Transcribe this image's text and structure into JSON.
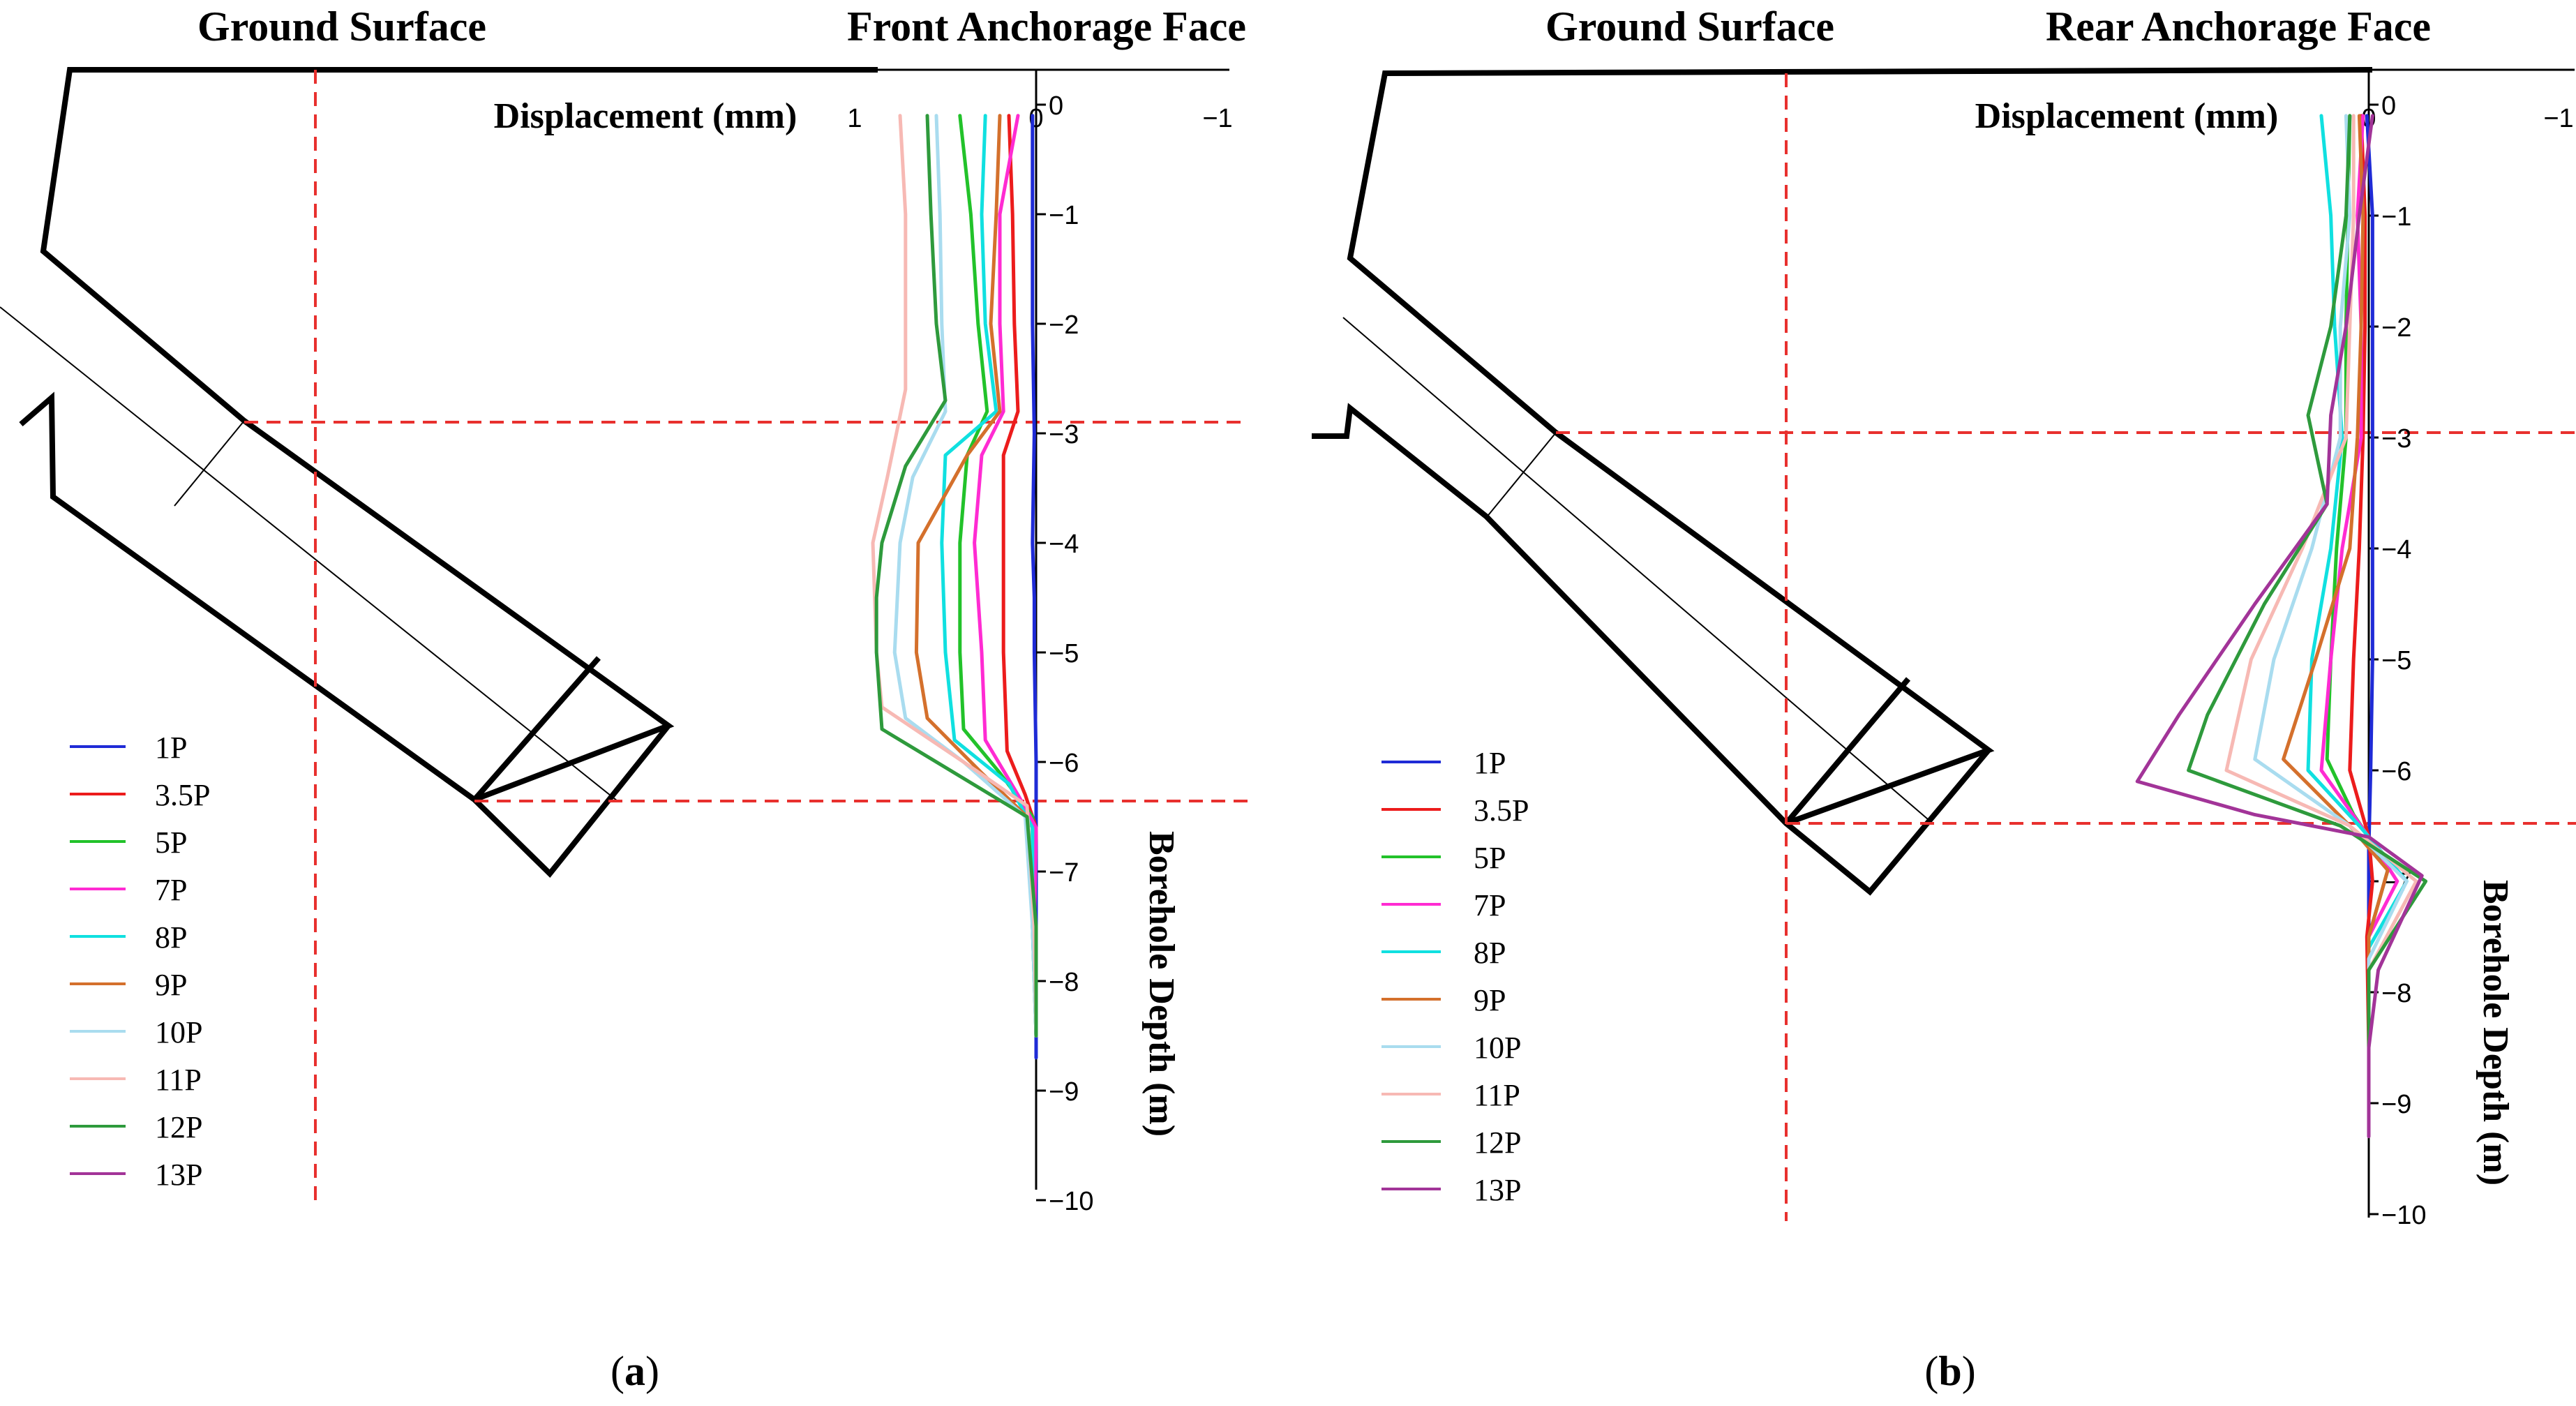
{
  "panels": [
    {
      "id": "a",
      "caption_open": "(",
      "caption_letter": "a",
      "caption_close": ")",
      "ground_label": "Ground Surface",
      "face_label": "Front Anchorage Face"
    },
    {
      "id": "b",
      "caption_open": "(",
      "caption_letter": "b",
      "caption_close": ")",
      "ground_label": "Ground Surface",
      "face_label": "Rear Anchorage Face"
    }
  ],
  "colors": {
    "axis": "#000000",
    "structure": "#000000",
    "guide": "#e8302e",
    "1P": "#1f2bd6",
    "3.5P": "#ec1c1c",
    "5P": "#22c22a",
    "7P": "#ff2bd2",
    "8P": "#10e0e0",
    "9P": "#d4702c",
    "10P": "#a9dcef",
    "11P": "#f7b9b4",
    "12P": "#2e9a3c",
    "13P": "#a23498"
  },
  "chart_data": [
    {
      "type": "line",
      "panel": "a",
      "xlabel": "Displacement (mm)",
      "ylabel": "Borehole Depth (m)",
      "xlim": [
        1,
        -1
      ],
      "ylim": [
        0,
        -10
      ],
      "x_ticks": [
        1,
        0,
        -1
      ],
      "y_ticks": [
        0,
        -1,
        -2,
        -3,
        -4,
        -5,
        -6,
        -7,
        -8,
        -9,
        -10
      ],
      "legend": "left",
      "guides_depth": [
        -3.0,
        -6.5
      ],
      "series": [
        {
          "name": "1P",
          "points": [
            [
              0.02,
              -0.1
            ],
            [
              0.02,
              -1
            ],
            [
              0.02,
              -2
            ],
            [
              0.01,
              -3
            ],
            [
              0.02,
              -4
            ],
            [
              0.01,
              -4.5
            ],
            [
              0.01,
              -5
            ],
            [
              0,
              -6
            ],
            [
              0,
              -7
            ],
            [
              0,
              -8
            ],
            [
              0,
              -8.7
            ]
          ]
        },
        {
          "name": "3.5P",
          "points": [
            [
              0.15,
              -0.1
            ],
            [
              0.13,
              -1
            ],
            [
              0.12,
              -2
            ],
            [
              0.1,
              -2.8
            ],
            [
              0.18,
              -3.2
            ],
            [
              0.18,
              -4
            ],
            [
              0.18,
              -5
            ],
            [
              0.16,
              -5.9
            ],
            [
              0.06,
              -6.3
            ],
            [
              0,
              -6.6
            ],
            [
              0.01,
              -7.5
            ],
            [
              0,
              -8.5
            ]
          ]
        },
        {
          "name": "5P",
          "points": [
            [
              0.42,
              -0.1
            ],
            [
              0.36,
              -1
            ],
            [
              0.32,
              -2
            ],
            [
              0.27,
              -2.8
            ],
            [
              0.38,
              -3.2
            ],
            [
              0.42,
              -4
            ],
            [
              0.42,
              -5
            ],
            [
              0.4,
              -5.7
            ],
            [
              0.2,
              -6.1
            ],
            [
              0.02,
              -6.5
            ],
            [
              0.02,
              -7.5
            ],
            [
              0,
              -8.5
            ]
          ]
        },
        {
          "name": "7P",
          "points": [
            [
              0.1,
              -0.1
            ],
            [
              0.2,
              -1
            ],
            [
              0.2,
              -2
            ],
            [
              0.18,
              -2.8
            ],
            [
              0.3,
              -3.2
            ],
            [
              0.34,
              -4
            ],
            [
              0.3,
              -5
            ],
            [
              0.28,
              -5.8
            ],
            [
              0.1,
              -6.3
            ],
            [
              0,
              -6.6
            ],
            [
              0.01,
              -7.5
            ],
            [
              0,
              -8.5
            ]
          ]
        },
        {
          "name": "8P",
          "points": [
            [
              0.28,
              -0.1
            ],
            [
              0.3,
              -1
            ],
            [
              0.28,
              -2
            ],
            [
              0.22,
              -2.8
            ],
            [
              0.5,
              -3.2
            ],
            [
              0.52,
              -4
            ],
            [
              0.5,
              -5
            ],
            [
              0.45,
              -5.8
            ],
            [
              0.15,
              -6.2
            ],
            [
              0.02,
              -6.6
            ],
            [
              0.02,
              -7.5
            ],
            [
              0,
              -8.5
            ]
          ]
        },
        {
          "name": "9P",
          "points": [
            [
              0.2,
              -0.1
            ],
            [
              0.22,
              -1
            ],
            [
              0.25,
              -2
            ],
            [
              0.2,
              -2.8
            ],
            [
              0.38,
              -3.2
            ],
            [
              0.65,
              -4
            ],
            [
              0.66,
              -5
            ],
            [
              0.6,
              -5.6
            ],
            [
              0.3,
              -6.1
            ],
            [
              0.05,
              -6.5
            ],
            [
              0.01,
              -7.5
            ],
            [
              0,
              -8.5
            ]
          ]
        },
        {
          "name": "10P",
          "points": [
            [
              0.55,
              -0.1
            ],
            [
              0.53,
              -1
            ],
            [
              0.52,
              -2
            ],
            [
              0.5,
              -2.8
            ],
            [
              0.68,
              -3.4
            ],
            [
              0.75,
              -4
            ],
            [
              0.78,
              -5
            ],
            [
              0.72,
              -5.6
            ],
            [
              0.4,
              -6
            ],
            [
              0.06,
              -6.5
            ],
            [
              0.02,
              -7.5
            ],
            [
              0,
              -8.5
            ]
          ]
        },
        {
          "name": "11P",
          "points": [
            [
              0.75,
              -0.1
            ],
            [
              0.72,
              -1
            ],
            [
              0.72,
              -2
            ],
            [
              0.72,
              -2.6
            ],
            [
              0.82,
              -3.4
            ],
            [
              0.9,
              -4
            ],
            [
              0.88,
              -5
            ],
            [
              0.85,
              -5.5
            ],
            [
              0.4,
              -6
            ],
            [
              0.05,
              -6.4
            ],
            [
              0.01,
              -7.5
            ],
            [
              0,
              -8.5
            ]
          ]
        },
        {
          "name": "12P",
          "points": [
            [
              0.6,
              -0.1
            ],
            [
              0.58,
              -1
            ],
            [
              0.55,
              -2
            ],
            [
              0.5,
              -2.7
            ],
            [
              0.72,
              -3.3
            ],
            [
              0.85,
              -4
            ],
            [
              0.88,
              -4.5
            ],
            [
              0.88,
              -5
            ],
            [
              0.85,
              -5.7
            ],
            [
              0.45,
              -6.1
            ],
            [
              0.05,
              -6.5
            ],
            [
              0,
              -7.5
            ],
            [
              0,
              -8.5
            ]
          ]
        }
      ]
    },
    {
      "type": "line",
      "panel": "b",
      "xlabel": "Displacement (mm)",
      "ylabel": "Borehole Depth (m)",
      "xlim": [
        1,
        -1
      ],
      "ylim": [
        0,
        -10
      ],
      "x_ticks": [
        0,
        -1
      ],
      "y_ticks": [
        0,
        -1,
        -2,
        -3,
        -4,
        -5,
        -6,
        -7,
        -8,
        -9,
        -10
      ],
      "legend": "left",
      "guides_depth": [
        -3.0,
        -6.65
      ],
      "series": [
        {
          "name": "1P",
          "points": [
            [
              0.01,
              -0.1
            ],
            [
              -0.02,
              -1
            ],
            [
              -0.02,
              -2
            ],
            [
              -0.02,
              -3
            ],
            [
              -0.02,
              -4
            ],
            [
              -0.02,
              -5
            ],
            [
              -0.01,
              -6
            ],
            [
              0,
              -6.7
            ],
            [
              0,
              -7.5
            ],
            [
              0,
              -8.5
            ],
            [
              0,
              -9.2
            ]
          ]
        },
        {
          "name": "3.5P",
          "points": [
            [
              0.04,
              -0.1
            ],
            [
              0.02,
              -1
            ],
            [
              0.02,
              -2
            ],
            [
              0.03,
              -3
            ],
            [
              0.05,
              -4
            ],
            [
              0.08,
              -5
            ],
            [
              0.1,
              -6
            ],
            [
              0,
              -6.6
            ],
            [
              -0.02,
              -7
            ],
            [
              0.01,
              -7.5
            ],
            [
              0,
              -8.5
            ],
            [
              0,
              -9.2
            ]
          ]
        },
        {
          "name": "5P",
          "points": [
            [
              0.1,
              -0.1
            ],
            [
              0.11,
              -1
            ],
            [
              0.12,
              -2
            ],
            [
              0.12,
              -3
            ],
            [
              0.17,
              -4
            ],
            [
              0.2,
              -5
            ],
            [
              0.22,
              -5.9
            ],
            [
              0.08,
              -6.4
            ],
            [
              0,
              -6.6
            ],
            [
              -0.1,
              -6.9
            ],
            [
              0,
              -7.5
            ],
            [
              0,
              -8.5
            ]
          ]
        },
        {
          "name": "7P",
          "points": [
            [
              0.03,
              -0.1
            ],
            [
              0.06,
              -1
            ],
            [
              0.04,
              -2
            ],
            [
              0.04,
              -3
            ],
            [
              0.14,
              -4
            ],
            [
              0.2,
              -5
            ],
            [
              0.25,
              -6
            ],
            [
              0,
              -6.6
            ],
            [
              -0.15,
              -7
            ],
            [
              0,
              -7.5
            ],
            [
              0,
              -8.5
            ]
          ]
        },
        {
          "name": "8P",
          "points": [
            [
              0.25,
              -0.1
            ],
            [
              0.2,
              -1
            ],
            [
              0.18,
              -2
            ],
            [
              0.14,
              -3
            ],
            [
              0.2,
              -4
            ],
            [
              0.3,
              -5
            ],
            [
              0.32,
              -6
            ],
            [
              0.05,
              -6.5
            ],
            [
              -0.2,
              -7
            ],
            [
              0,
              -7.6
            ],
            [
              0,
              -8.5
            ]
          ]
        },
        {
          "name": "9P",
          "points": [
            [
              0.05,
              -0.1
            ],
            [
              0.03,
              -1
            ],
            [
              0.04,
              -2
            ],
            [
              0.06,
              -3
            ],
            [
              0.1,
              -4
            ],
            [
              0.28,
              -5
            ],
            [
              0.45,
              -5.9
            ],
            [
              0.1,
              -6.5
            ],
            [
              -0.1,
              -6.9
            ],
            [
              0,
              -7.5
            ],
            [
              0,
              -8.5
            ]
          ]
        },
        {
          "name": "10P",
          "points": [
            [
              0.12,
              -0.1
            ],
            [
              0.1,
              -1
            ],
            [
              0.15,
              -2
            ],
            [
              0.15,
              -3
            ],
            [
              0.3,
              -4
            ],
            [
              0.5,
              -5
            ],
            [
              0.6,
              -5.9
            ],
            [
              0.1,
              -6.5
            ],
            [
              -0.2,
              -7
            ],
            [
              0,
              -7.7
            ],
            [
              0,
              -8.5
            ]
          ]
        },
        {
          "name": "11P",
          "points": [
            [
              0.08,
              -0.1
            ],
            [
              0.08,
              -1
            ],
            [
              0.1,
              -2
            ],
            [
              0.12,
              -3
            ],
            [
              0.35,
              -4
            ],
            [
              0.62,
              -5
            ],
            [
              0.75,
              -6
            ],
            [
              0.1,
              -6.5
            ],
            [
              -0.25,
              -7
            ],
            [
              0,
              -7.8
            ],
            [
              0,
              -8.5
            ]
          ]
        },
        {
          "name": "12P",
          "points": [
            [
              0.1,
              -0.1
            ],
            [
              0.12,
              -1
            ],
            [
              0.2,
              -2
            ],
            [
              0.32,
              -2.8
            ],
            [
              0.22,
              -3.6
            ],
            [
              0.55,
              -4.5
            ],
            [
              0.85,
              -5.5
            ],
            [
              0.95,
              -6
            ],
            [
              0.15,
              -6.5
            ],
            [
              -0.3,
              -7
            ],
            [
              0,
              -7.8
            ],
            [
              0,
              -8.5
            ]
          ]
        },
        {
          "name": "13P",
          "points": [
            [
              -0.02,
              -0.1
            ],
            [
              0.05,
              -1
            ],
            [
              0.12,
              -2
            ],
            [
              0.2,
              -2.8
            ],
            [
              0.22,
              -3.6
            ],
            [
              0.6,
              -4.5
            ],
            [
              1.0,
              -5.5
            ],
            [
              1.22,
              -6.1
            ],
            [
              0.6,
              -6.4
            ],
            [
              0,
              -6.6
            ],
            [
              -0.28,
              -6.95
            ],
            [
              -0.05,
              -7.8
            ],
            [
              0,
              -8.5
            ],
            [
              0,
              -9.3
            ]
          ]
        }
      ]
    }
  ]
}
